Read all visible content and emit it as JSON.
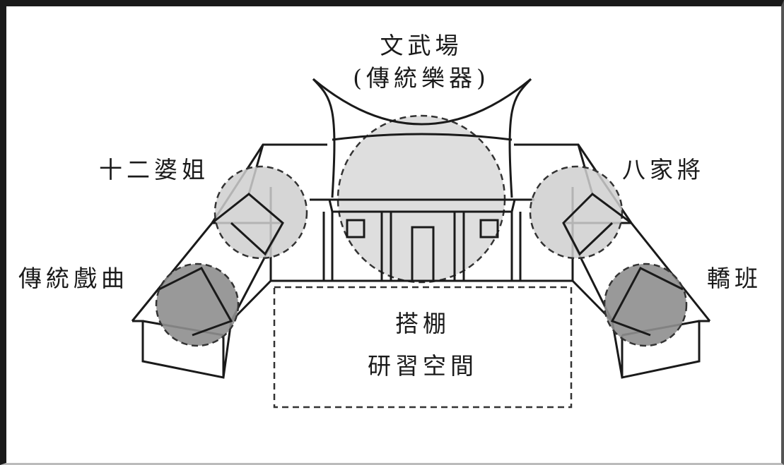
{
  "diagram": {
    "top_title": "文武場",
    "top_subtitle": "(傳統樂器)",
    "left_upper": "十二婆姐",
    "left_lower": "傳統戲曲",
    "right_upper": "八家將",
    "right_lower": "轎班",
    "center_line1": "搭棚",
    "center_line2": "研習空間"
  },
  "colors": {
    "light_circle": "#dedede",
    "mid_circle": "#cfcfcf",
    "dark_circle": "#8e8e8e",
    "stroke": "#1a1a1a"
  }
}
